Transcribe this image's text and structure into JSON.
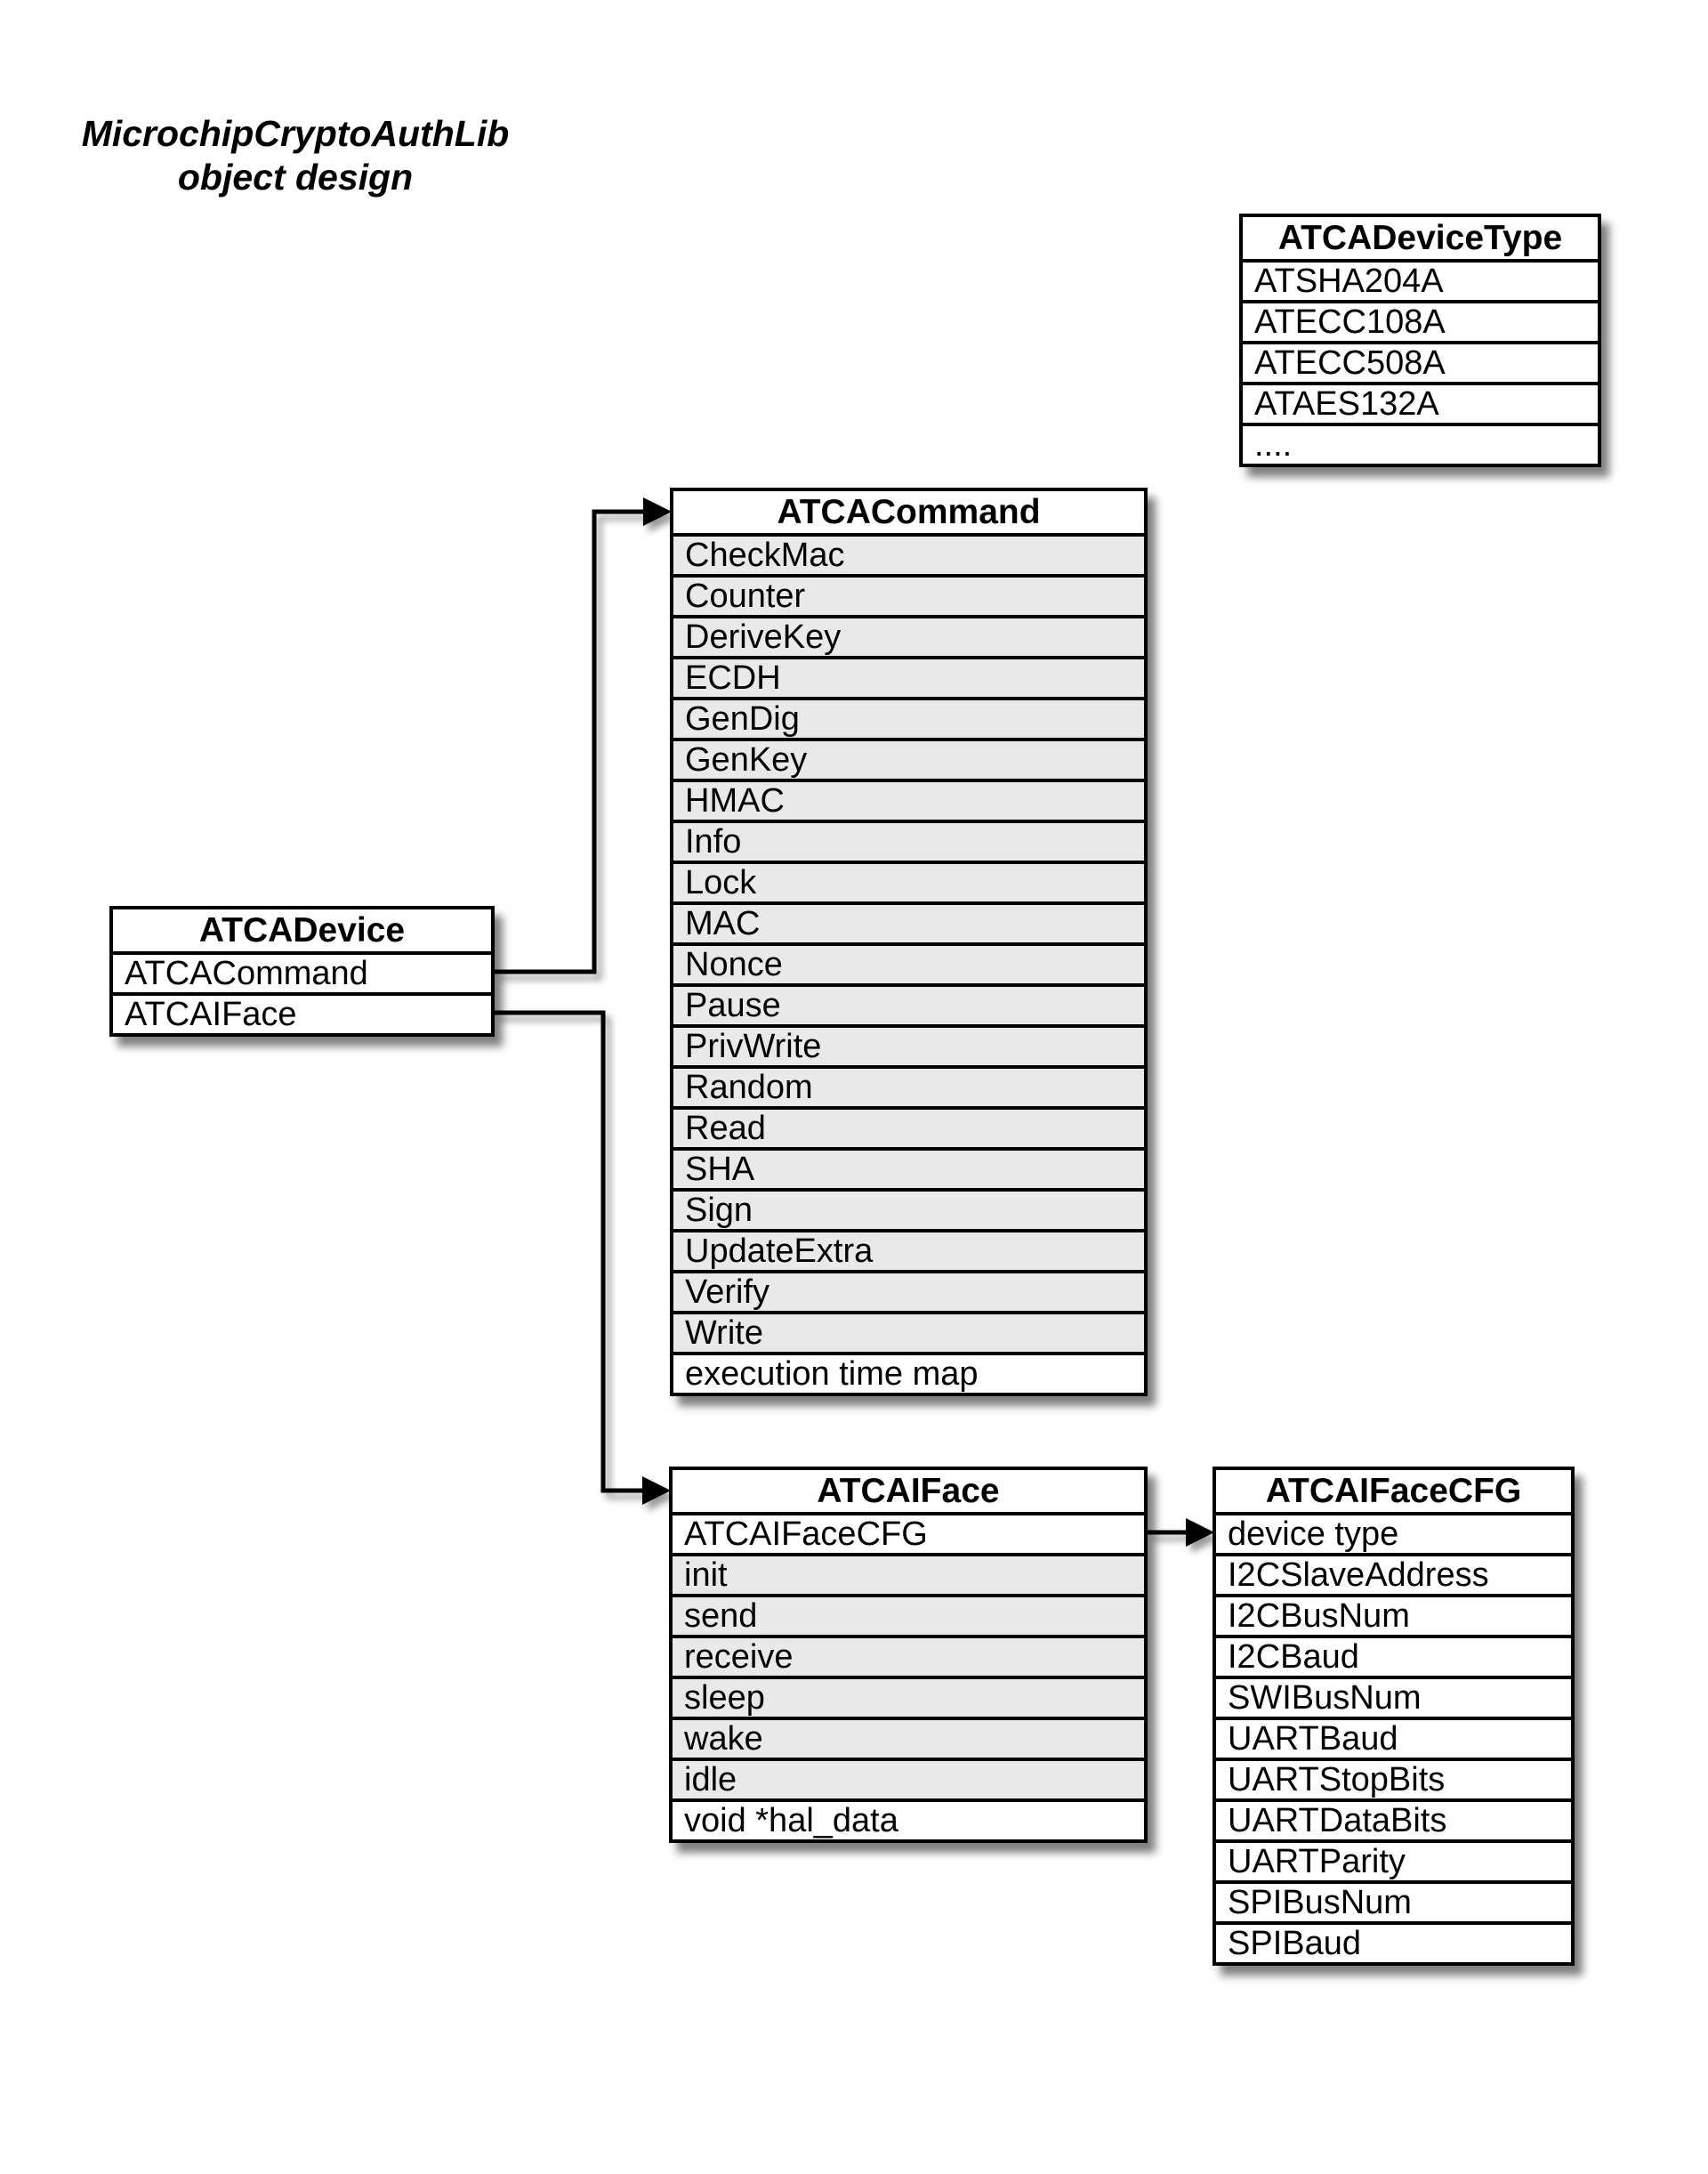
{
  "title": {
    "line1": "MicrochipCryptoAuthLib",
    "line2": "object design"
  },
  "colors": {
    "row_shade": "#e9e9e9",
    "row_plain": "#ffffff",
    "border": "#000000",
    "background": "#ffffff"
  },
  "boxes": {
    "device_type": {
      "title": "ATCADeviceType",
      "rows": [
        {
          "label": "ATSHA204A",
          "shade": false
        },
        {
          "label": "ATECC108A",
          "shade": false
        },
        {
          "label": "ATECC508A",
          "shade": false
        },
        {
          "label": "ATAES132A",
          "shade": false
        },
        {
          "label": "....",
          "shade": false
        }
      ]
    },
    "command": {
      "title": "ATCACommand",
      "rows": [
        {
          "label": "CheckMac",
          "shade": true
        },
        {
          "label": "Counter",
          "shade": true
        },
        {
          "label": "DeriveKey",
          "shade": true
        },
        {
          "label": "ECDH",
          "shade": true
        },
        {
          "label": "GenDig",
          "shade": true
        },
        {
          "label": "GenKey",
          "shade": true
        },
        {
          "label": "HMAC",
          "shade": true
        },
        {
          "label": "Info",
          "shade": true
        },
        {
          "label": "Lock",
          "shade": true
        },
        {
          "label": "MAC",
          "shade": true
        },
        {
          "label": "Nonce",
          "shade": true
        },
        {
          "label": "Pause",
          "shade": true
        },
        {
          "label": "PrivWrite",
          "shade": true
        },
        {
          "label": "Random",
          "shade": true
        },
        {
          "label": "Read",
          "shade": true
        },
        {
          "label": "SHA",
          "shade": true
        },
        {
          "label": "Sign",
          "shade": true
        },
        {
          "label": "UpdateExtra",
          "shade": true
        },
        {
          "label": "Verify",
          "shade": true
        },
        {
          "label": "Write",
          "shade": true
        },
        {
          "label": "execution time map",
          "shade": false
        }
      ]
    },
    "device": {
      "title": "ATCADevice",
      "rows": [
        {
          "label": "ATCACommand",
          "shade": false
        },
        {
          "label": "ATCAIFace",
          "shade": false
        }
      ]
    },
    "iface": {
      "title": "ATCAIFace",
      "rows": [
        {
          "label": "ATCAIFaceCFG",
          "shade": false
        },
        {
          "label": "init",
          "shade": true
        },
        {
          "label": "send",
          "shade": true
        },
        {
          "label": "receive",
          "shade": true
        },
        {
          "label": "sleep",
          "shade": true
        },
        {
          "label": "wake",
          "shade": true
        },
        {
          "label": "idle",
          "shade": true
        },
        {
          "label": "void *hal_data",
          "shade": false
        }
      ]
    },
    "iface_cfg": {
      "title": "ATCAIFaceCFG",
      "rows": [
        {
          "label": "device type",
          "shade": false
        },
        {
          "label": "I2CSlaveAddress",
          "shade": false
        },
        {
          "label": "I2CBusNum",
          "shade": false
        },
        {
          "label": "I2CBaud",
          "shade": false
        },
        {
          "label": "SWIBusNum",
          "shade": false
        },
        {
          "label": "UARTBaud",
          "shade": false
        },
        {
          "label": "UARTStopBits",
          "shade": false
        },
        {
          "label": "UARTDataBits",
          "shade": false
        },
        {
          "label": "UARTParity",
          "shade": false
        },
        {
          "label": "SPIBusNum",
          "shade": false
        },
        {
          "label": "SPIBaud",
          "shade": false
        }
      ]
    }
  },
  "connectors": [
    {
      "from": "ATCADevice.ATCACommand",
      "to": "ATCACommand"
    },
    {
      "from": "ATCADevice.ATCAIFace",
      "to": "ATCAIFace"
    },
    {
      "from": "ATCAIFace.ATCAIFaceCFG",
      "to": "ATCAIFaceCFG"
    }
  ]
}
